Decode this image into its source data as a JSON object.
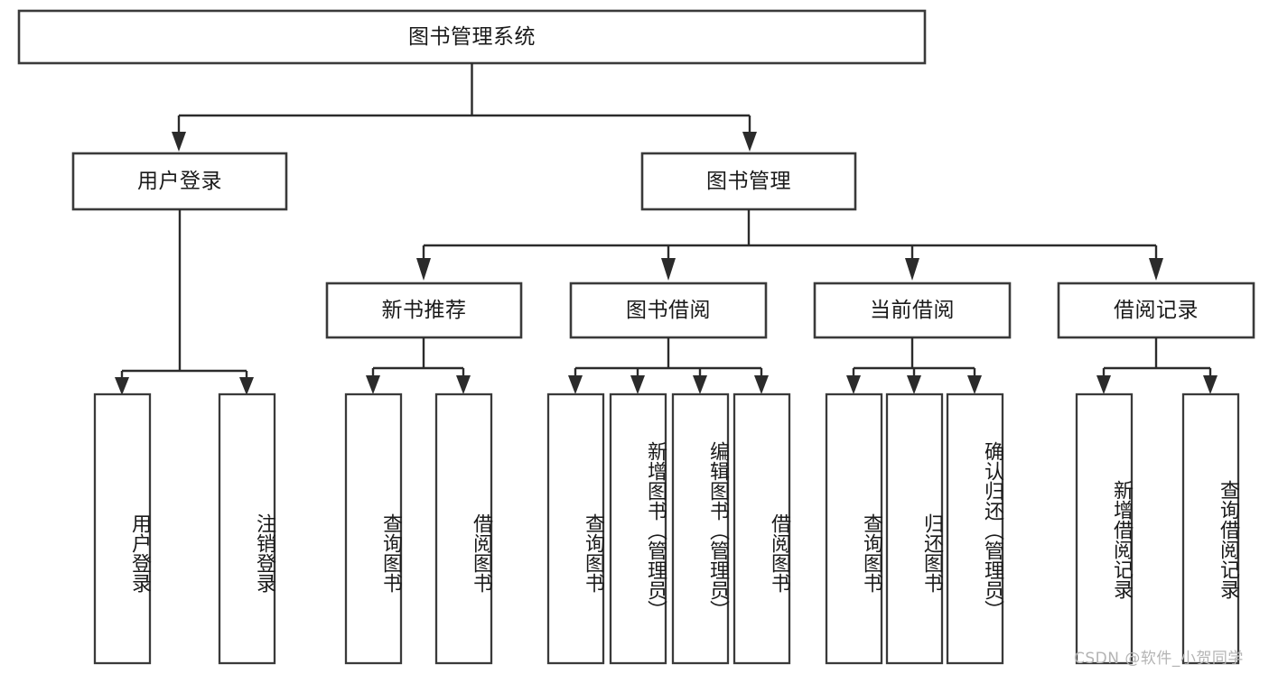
{
  "diagram": {
    "type": "tree-hierarchy",
    "title": "图书管理系统",
    "root": {
      "id": "root",
      "label": "图书管理系统",
      "level": 0
    },
    "level2": [
      {
        "id": "user-login",
        "label": "用户登录"
      },
      {
        "id": "book-management",
        "label": "图书管理"
      }
    ],
    "level3": [
      {
        "id": "new-book-recommend",
        "label": "新书推荐",
        "parent": "book-management"
      },
      {
        "id": "book-borrow",
        "label": "图书借阅",
        "parent": "book-management"
      },
      {
        "id": "current-borrow",
        "label": "当前借阅",
        "parent": "book-management"
      },
      {
        "id": "borrow-record",
        "label": "借阅记录",
        "parent": "book-management"
      }
    ],
    "leaves": [
      {
        "id": "leaf-user-login",
        "label": "用户登录",
        "parent": "user-login"
      },
      {
        "id": "leaf-logout-login",
        "label": "注销登录",
        "parent": "user-login"
      },
      {
        "id": "leaf-query-book-1",
        "label": "查询图书",
        "parent": "new-book-recommend"
      },
      {
        "id": "leaf-borrow-book-1",
        "label": "借阅图书",
        "parent": "new-book-recommend"
      },
      {
        "id": "leaf-query-book-2",
        "label": "查询图书",
        "parent": "book-borrow"
      },
      {
        "id": "leaf-add-book",
        "label": "新增图书（管理员）",
        "parent": "book-borrow"
      },
      {
        "id": "leaf-edit-book",
        "label": "编辑图书（管理员）",
        "parent": "book-borrow"
      },
      {
        "id": "leaf-borrow-book-2",
        "label": "借阅图书",
        "parent": "book-borrow"
      },
      {
        "id": "leaf-query-book-3",
        "label": "查询图书",
        "parent": "current-borrow"
      },
      {
        "id": "leaf-return-book",
        "label": "归还图书",
        "parent": "current-borrow"
      },
      {
        "id": "leaf-confirm-return",
        "label": "确认归还（管理员）",
        "parent": "current-borrow"
      },
      {
        "id": "leaf-add-record",
        "label": "新增借阅记录",
        "parent": "borrow-record"
      },
      {
        "id": "leaf-query-record",
        "label": "查询借阅记录",
        "parent": "borrow-record"
      }
    ]
  },
  "watermark": {
    "text": "CSDN @软件_小贺同学"
  },
  "colors": {
    "box_stroke": "#3a3a3a",
    "connector": "#2b2b2b",
    "background": "#ffffff",
    "text": "#1a1a1a",
    "watermark": "#b4b4b4"
  }
}
